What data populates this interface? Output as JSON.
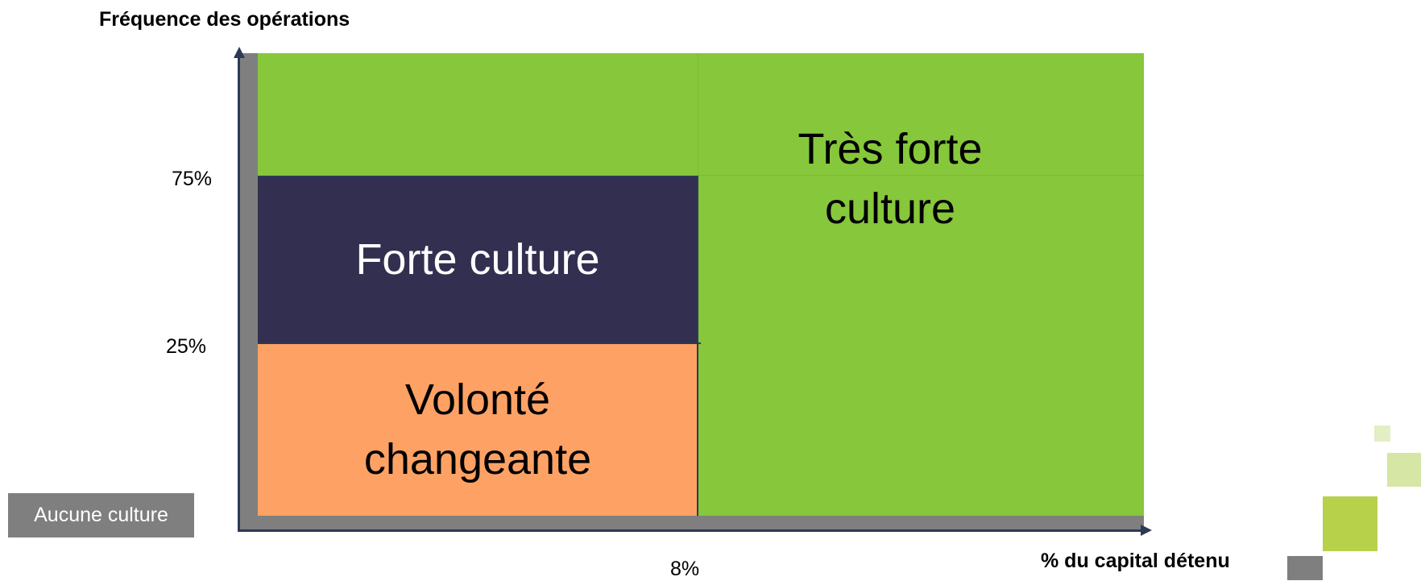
{
  "axes": {
    "y_title": "Fréquence des opérations",
    "x_title": "% du capital détenu",
    "y_ticks": [
      "75%",
      "25%"
    ],
    "x_ticks": [
      "8%"
    ]
  },
  "regions": {
    "tres_forte": {
      "line1": "Très forte",
      "line2": "culture",
      "color": "#86c73b"
    },
    "forte": {
      "label": "Forte culture",
      "color": "#332f50"
    },
    "volonte": {
      "line1": "Volonté",
      "line2": "changeante",
      "color": "#fda264"
    },
    "aucune": {
      "label": "Aucune culture",
      "color": "#7f7f7f"
    }
  }
}
